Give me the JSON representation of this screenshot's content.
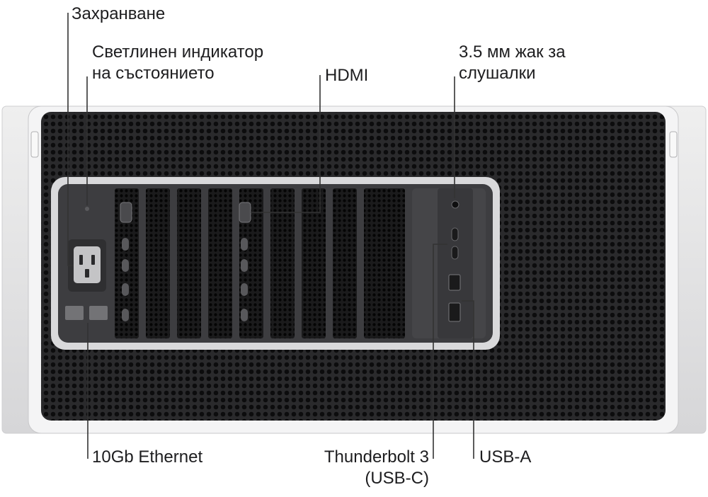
{
  "colors": {
    "chassis": "#e4e4e6",
    "grille": "#2a2a2c",
    "hole": "#0c0c0d",
    "panel": "#3d3d40",
    "slot": "#141415",
    "leader": "#333333",
    "text": "#1d1d1f"
  },
  "labels": {
    "power": {
      "lines": [
        "Захранване"
      ]
    },
    "status_light": {
      "lines": [
        "Светлинен индикатор",
        "на състоянието"
      ]
    },
    "hdmi": {
      "lines": [
        "HDMI"
      ]
    },
    "headphone": {
      "lines": [
        "3.5 мм жак за",
        "слушалки"
      ]
    },
    "ethernet": {
      "lines": [
        "10Gb Ethernet"
      ]
    },
    "thunderbolt": {
      "lines": [
        "Thunderbolt 3",
        "(USB-C)"
      ]
    },
    "usba": {
      "lines": [
        "USB-A"
      ]
    }
  }
}
